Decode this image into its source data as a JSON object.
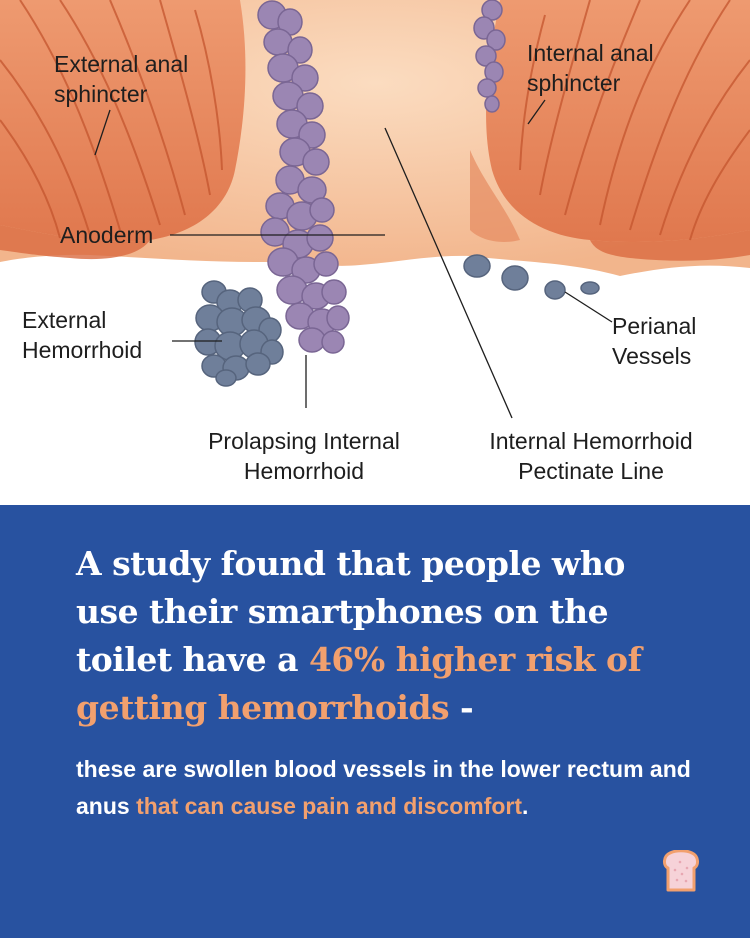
{
  "diagram": {
    "labels": {
      "external_anal_sphincter": [
        "External anal",
        "sphincter"
      ],
      "internal_anal_sphincter": [
        "Internal anal",
        "sphincter"
      ],
      "anoderm": "Anoderm",
      "external_hemorrhoid": [
        "External",
        "Hemorrhoid"
      ],
      "perianal_vessels": [
        "Perianal",
        "Vessels"
      ],
      "prolapsing_internal_hemorrhoid": [
        "Prolapsing Internal",
        "Hemorrhoid"
      ],
      "internal_hemorrhoid_pectinate_line": [
        "Internal Hemorrhoid",
        "Pectinate Line"
      ]
    },
    "colors": {
      "muscle": "#e98e64",
      "muscle_dark": "#d06a42",
      "tissue": "#f6c9a6",
      "hemorrhoid_internal": "#9b86b3",
      "hemorrhoid_external": "#6f7f9a"
    }
  },
  "info": {
    "headline_plain": "A study found that people who use their smartphones on the toilet have a ",
    "headline_highlight": "46% higher risk of getting hemorrhoids",
    "headline_suffix": " -",
    "body_plain": "these are swollen blood vessels in the lower rectum and anus ",
    "body_highlight": "that can cause pain and discomfort",
    "body_suffix": ".",
    "colors": {
      "background": "#2852a0",
      "highlight": "#f2a06e",
      "text": "#ffffff"
    },
    "icon": "bread-slice-icon"
  }
}
